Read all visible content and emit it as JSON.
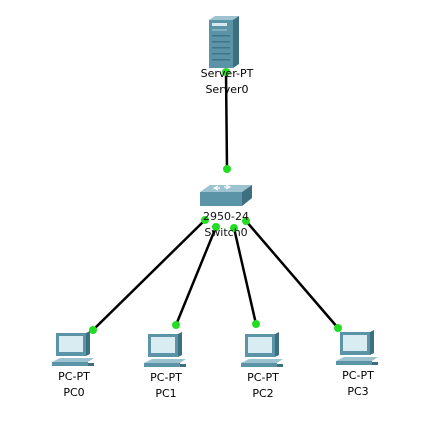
{
  "diagram": {
    "link_color": "#000000",
    "port_color": "#22dd22",
    "device_color": "#5b94a6",
    "devices": [
      {
        "id": "server0",
        "model": "Server-PT",
        "name": "Server0",
        "type": "server"
      },
      {
        "id": "switch0",
        "model": "2950-24",
        "name": "Switch0",
        "type": "switch"
      },
      {
        "id": "pc0",
        "model": "PC-PT",
        "name": "PC0",
        "type": "pc"
      },
      {
        "id": "pc1",
        "model": "PC-PT",
        "name": "PC1",
        "type": "pc"
      },
      {
        "id": "pc2",
        "model": "PC-PT",
        "name": "PC2",
        "type": "pc"
      },
      {
        "id": "pc3",
        "model": "PC-PT",
        "name": "PC3",
        "type": "pc"
      }
    ],
    "links": [
      {
        "from": "server0",
        "to": "switch0"
      },
      {
        "from": "switch0",
        "to": "pc0"
      },
      {
        "from": "switch0",
        "to": "pc1"
      },
      {
        "from": "switch0",
        "to": "pc2"
      },
      {
        "from": "switch0",
        "to": "pc3"
      }
    ]
  }
}
